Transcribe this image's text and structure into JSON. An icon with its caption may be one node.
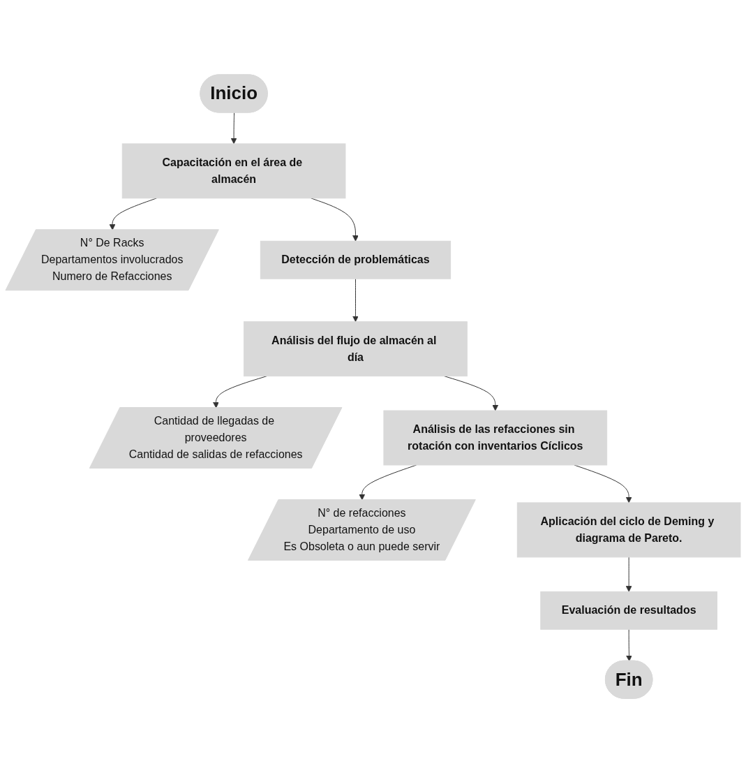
{
  "diagram": {
    "nodes": [
      {
        "text": [
          "Inicio"
        ]
      },
      {
        "text": [
          "Capacitación en el área de almacén"
        ]
      },
      {
        "text": [
          "N° De Racks",
          "Departamentos involucrados",
          "Numero de Refacciones"
        ]
      },
      {
        "text": [
          "Detección de problemáticas"
        ]
      },
      {
        "text": [
          "Análisis del flujo de almacén al día"
        ]
      },
      {
        "text": [
          "Cantidad de llegadas de proveedores",
          "Cantidad de salidas de refacciones"
        ]
      },
      {
        "text": [
          "Análisis de las refacciones sin rotación con inventarios Cíclicos"
        ]
      },
      {
        "text": [
          "N° de refacciones",
          "Departamento de uso",
          "Es Obsoleta o aun puede servir"
        ]
      },
      {
        "text": [
          "Aplicación del ciclo de Deming y diagrama de Pareto."
        ]
      },
      {
        "text": [
          "Evaluación de resultados"
        ]
      },
      {
        "text": [
          "Fin"
        ]
      }
    ],
    "edges": [
      {
        "from": 0,
        "to": 1,
        "arrow": "to"
      },
      {
        "from": 1,
        "to": 2,
        "arrow": "to"
      },
      {
        "from": 1,
        "to": 3,
        "arrow": "to"
      },
      {
        "from": 3,
        "to": 4,
        "arrow": "to"
      },
      {
        "from": 4,
        "to": 5,
        "arrow": "to"
      },
      {
        "from": 4,
        "to": 6,
        "arrow": "to"
      },
      {
        "from": 6,
        "to": 7,
        "arrow": "to"
      },
      {
        "from": 6,
        "to": 8,
        "arrow": "to"
      },
      {
        "from": 8,
        "to": 9,
        "arrow": "to"
      },
      {
        "from": 9,
        "to": 10,
        "arrow": "to"
      }
    ]
  }
}
